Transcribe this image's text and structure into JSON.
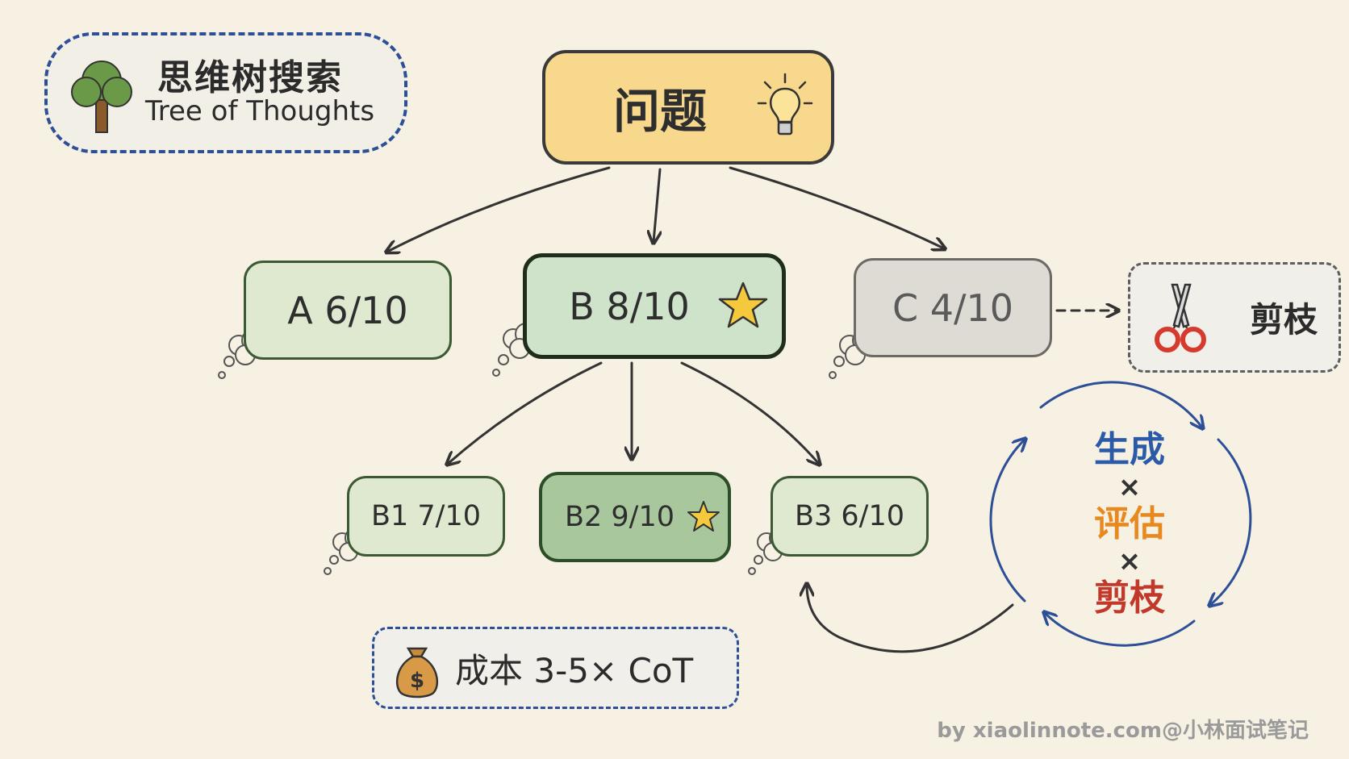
{
  "title": {
    "zh": "思维树搜索",
    "en": "Tree of Thoughts"
  },
  "root": {
    "label": "问题",
    "icon": "lightbulb-icon"
  },
  "level1": [
    {
      "id": "a",
      "label": "A 6/10"
    },
    {
      "id": "b",
      "label": "B 8/10",
      "starred": true
    },
    {
      "id": "c",
      "label": "C 4/10",
      "pruned": true
    }
  ],
  "prune": {
    "label": "剪枝",
    "icon": "scissors-icon"
  },
  "level2": [
    {
      "id": "b1",
      "label": "B1 7/10"
    },
    {
      "id": "b2",
      "label": "B2 9/10",
      "starred": true
    },
    {
      "id": "b3",
      "label": "B3 6/10"
    }
  ],
  "cycle": {
    "generate": "生成",
    "evaluate": "评估",
    "prune": "剪枝",
    "times": "×"
  },
  "cost": {
    "label": "成本 3-5× CoT",
    "icon": "money-bag-icon"
  },
  "watermark": "by xiaolinnote.com@小林面试笔记",
  "colors": {
    "background": "#f7f1e3",
    "problem": "#f7d88c",
    "node": "#dfe9cf",
    "best_node": "#cfe3cb",
    "pruned_node": "#dedbd4",
    "star": "#f5c93c",
    "generate": "#2b5aa8",
    "evaluate": "#e8891f",
    "prune": "#c0392b"
  }
}
